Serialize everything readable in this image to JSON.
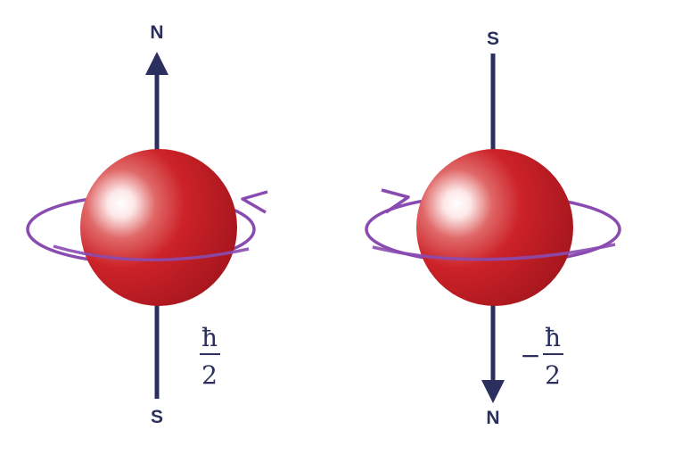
{
  "spin_up": {
    "top_pole": "N",
    "bottom_pole": "S",
    "sign": "",
    "numerator": "ħ",
    "denominator": "2"
  },
  "spin_down": {
    "top_pole": "S",
    "bottom_pole": "N",
    "sign": "−",
    "numerator": "ħ",
    "denominator": "2"
  },
  "colors": {
    "sphere": "#c8202a",
    "axis": "#2a2f5e",
    "rotation": "#8a4bb0",
    "text": "#2a2f5e"
  },
  "icons": {
    "sphere": "sphere-icon",
    "arrow": "arrow-head-icon",
    "rotation": "rotation-arrow-icon"
  }
}
